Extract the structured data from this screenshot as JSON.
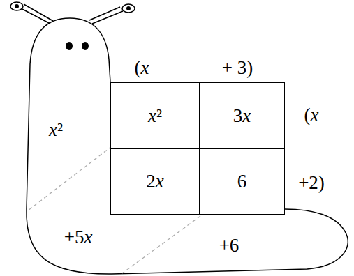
{
  "diagram": {
    "nodes": [
      {
        "text": [
          "x²"
        ]
      },
      {
        "text": [
          "3x"
        ]
      },
      {
        "text": [
          "2x"
        ]
      },
      {
        "text": [
          "6"
        ]
      }
    ],
    "labels": [
      "(x",
      "+ 3)",
      "x²",
      "(x",
      "+2)",
      "+5x",
      "+6"
    ]
  }
}
